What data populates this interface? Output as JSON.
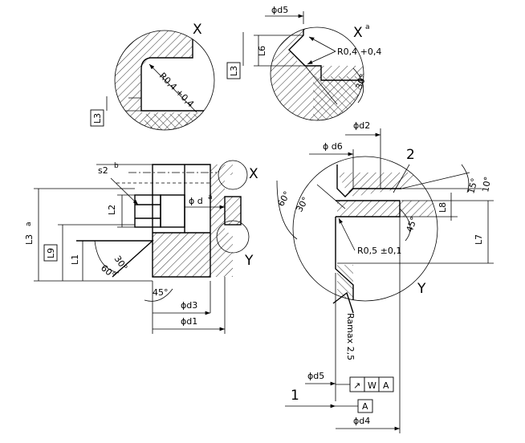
{
  "views": {
    "detail_x": {
      "title": "X",
      "radius_note": "R0,4 +0,4",
      "dim_l3": "L3"
    },
    "detail_xa": {
      "title": "X",
      "title_sup": "a",
      "radius_note": "R0,4 +0,4",
      "dim_d5": "ϕd5",
      "dim_l6": "L6",
      "dim_l3": "L3",
      "angle": "30°"
    },
    "section_main": {
      "s2": "s2",
      "s2_sup": "b",
      "s2_sub": "2",
      "dim_l2": "L2",
      "dim_l3": "L3",
      "dim_l3_sup": "a",
      "dim_l9": "L9",
      "dim_l1": "L1",
      "angle_60": "60°",
      "angle_30": "30°",
      "angle_45": "45°",
      "dim_d": "ϕ d",
      "dim_d_sup": "a",
      "dim_d3": "ϕd3",
      "dim_d1": "ϕd1",
      "label_x": "X",
      "label_y": "Y"
    },
    "detail_y": {
      "title": "Y",
      "dim_d2": "ϕd2",
      "dim_d6": "ϕ d6",
      "callout_2": "2",
      "callout_1": "1",
      "angle_10": "10°",
      "angle_15": "15°",
      "angle_60": "60°",
      "angle_30": "30°",
      "angle_45": "45°",
      "dim_l8": "L8",
      "dim_l7": "L7",
      "radius_note": "R0,5 ±0,1",
      "roughness": "Ramax 2,5",
      "dim_d5": "ϕd5",
      "dim_d4": "ϕd4",
      "tolerance_frame": [
        "↗",
        "W",
        "A"
      ],
      "datum": "A"
    }
  }
}
